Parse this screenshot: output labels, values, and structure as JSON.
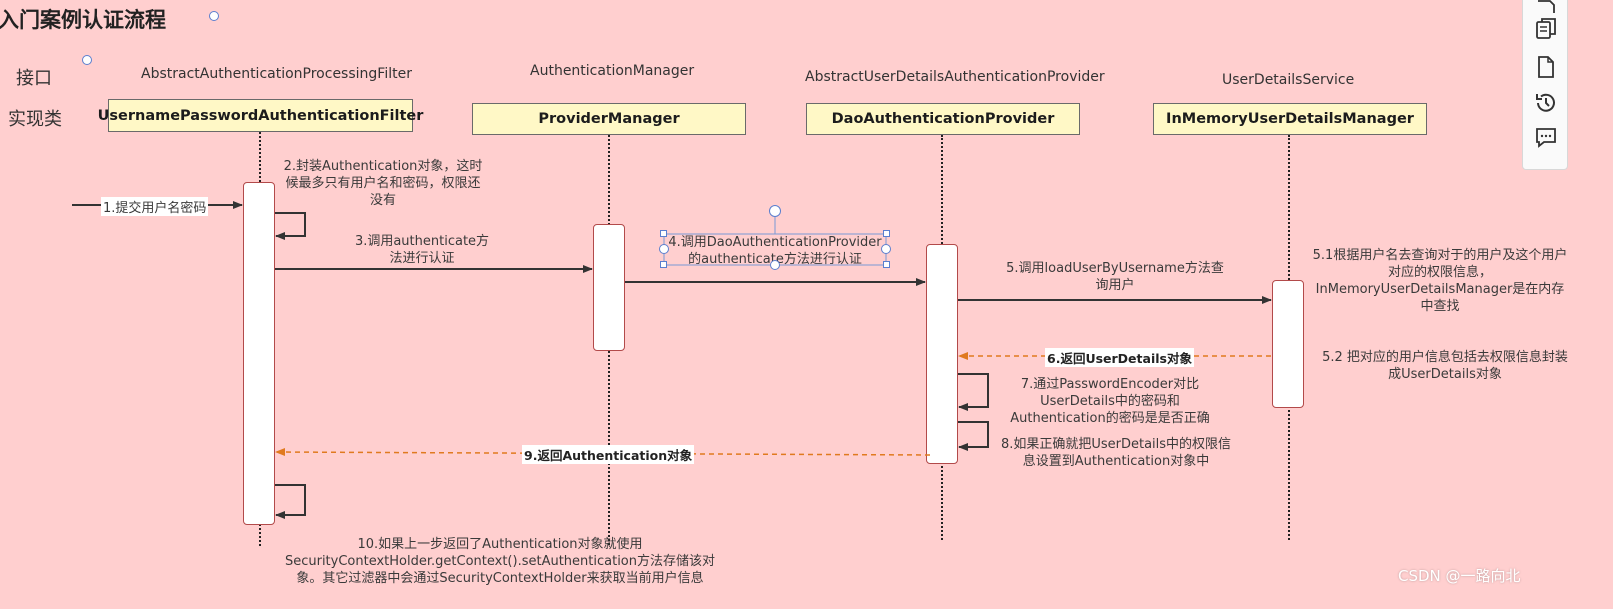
{
  "title": "入门案例认证流程",
  "row_labels": {
    "interface": "接口",
    "impl": "实现类"
  },
  "interfaces": [
    "AbstractAuthenticationProcessingFilter",
    "AuthenticationManager",
    "AbstractUserDetailsAuthenticationProvider",
    "UserDetailsService"
  ],
  "classes": [
    "UsernamePasswordAuthenticationFilter",
    "ProviderManager",
    "DaoAuthenticationProvider",
    "InMemoryUserDetailsManager"
  ],
  "steps": {
    "s1": "1.提交用户名密码",
    "s2": "2.封装Authentication对象，这时候最多只有用户名和密码，权限还没有",
    "s3": "3.调用authenticate方法进行认证",
    "s4": "4.调用DaoAuthenticationProvider的authenticate方法进行认证",
    "s5": "5.调用loadUserByUsername方法查询用户",
    "s51": "5.1根据用户名去查询对于的用户及这个用户对应的权限信息，InMemoryUserDetailsManager是在内存中查找",
    "s52": "5.2 把对应的用户信息包括去权限信息封装成UserDetails对象",
    "s6": "6.返回UserDetails对象",
    "s7": "7.通过PasswordEncoder对比UserDetails中的密码和Authentication的密码是是否正确",
    "s8": "8.如果正确就把UserDetails中的权限信息设置到Authentication对象中",
    "s9": "9.返回Authentication对象",
    "s10": "10.如果上一步返回了Authentication对象就使用SecurityContextHolder.getContext().setAuthentication方法存储该对象。其它过滤器中会通过SecurityContextHolder来获取当前用户信息"
  },
  "toolbar_icons": [
    "export-icon",
    "copy-icon",
    "page-icon",
    "history-icon",
    "comment-icon"
  ],
  "watermark": "CSDN @一路向北",
  "colors": {
    "background": "#ffcfcf",
    "class_box": "#fff8c6",
    "return_arrow": "#e07a1f"
  }
}
